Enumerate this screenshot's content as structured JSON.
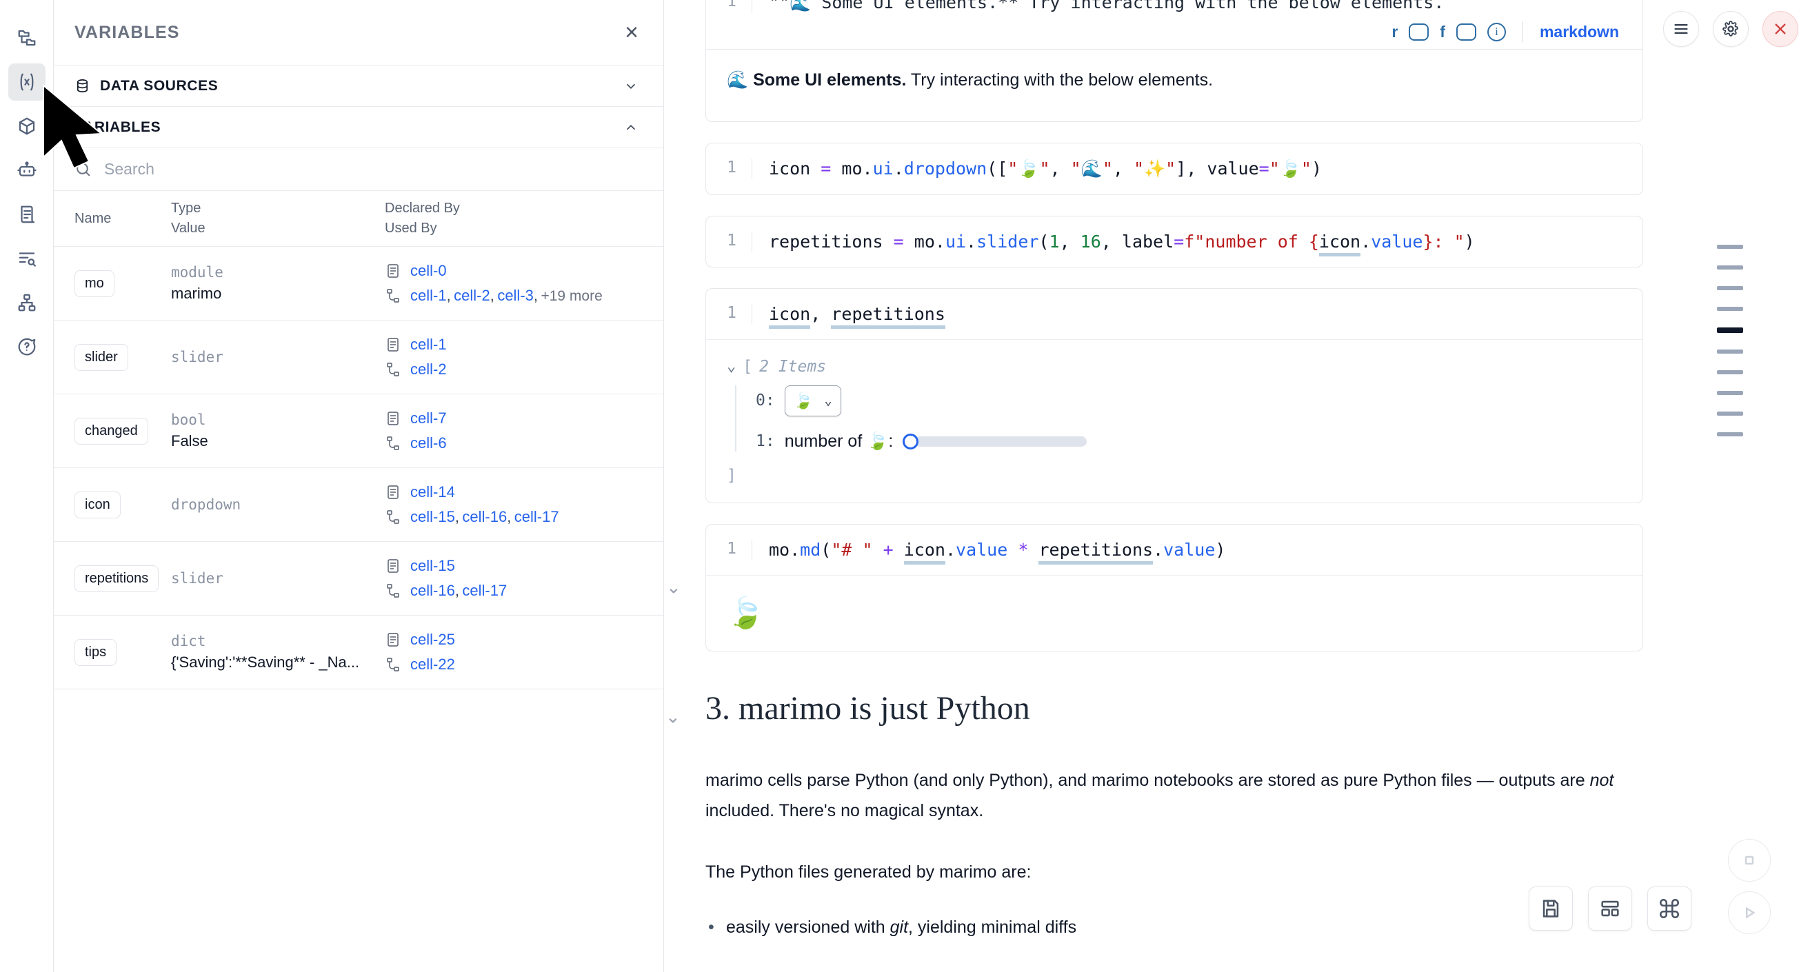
{
  "rail": {
    "items": [
      {
        "name": "file-tree-icon",
        "label": "File explorer"
      },
      {
        "name": "variables-icon",
        "label": "Variables",
        "active": true
      },
      {
        "name": "package-icon",
        "label": "Packages"
      },
      {
        "name": "robot-icon",
        "label": "AI assistant"
      },
      {
        "name": "scratchpad-icon",
        "label": "Scratchpad"
      },
      {
        "name": "logs-icon",
        "label": "Logs"
      },
      {
        "name": "dependency-graph-icon",
        "label": "Dependency graph"
      },
      {
        "name": "help-icon",
        "label": "Help"
      }
    ]
  },
  "panel": {
    "title": "VARIABLES",
    "close_label": "×",
    "sections": [
      {
        "label": "DATA SOURCES",
        "expanded": false
      },
      {
        "label": "VARIABLES",
        "expanded": true
      }
    ],
    "search": {
      "value": "",
      "placeholder": "Search"
    },
    "table": {
      "headers": {
        "name": "Name",
        "type": "Type",
        "value": "Value",
        "declared_by": "Declared By",
        "used_by": "Used By"
      },
      "rows": [
        {
          "name": "mo",
          "type": "module",
          "value": "marimo",
          "declared_by": [
            "cell-0"
          ],
          "used_by": [
            "cell-1",
            "cell-2",
            "cell-3"
          ],
          "more": "+19 more"
        },
        {
          "name": "slider",
          "type": "slider",
          "value": "",
          "declared_by": [
            "cell-1"
          ],
          "used_by": [
            "cell-2"
          ],
          "more": ""
        },
        {
          "name": "changed",
          "type": "bool",
          "value": "False",
          "declared_by": [
            "cell-7"
          ],
          "used_by": [
            "cell-6"
          ],
          "more": ""
        },
        {
          "name": "icon",
          "type": "dropdown",
          "value": "",
          "declared_by": [
            "cell-14"
          ],
          "used_by": [
            "cell-15",
            "cell-16",
            "cell-17"
          ],
          "more": ""
        },
        {
          "name": "repetitions",
          "type": "slider",
          "value": "",
          "declared_by": [
            "cell-15"
          ],
          "used_by": [
            "cell-16",
            "cell-17"
          ],
          "more": ""
        },
        {
          "name": "tips",
          "type": "dict",
          "value": "{'Saving':'**Saving** - _Na...",
          "declared_by": [
            "cell-25"
          ],
          "used_by": [
            "cell-22"
          ],
          "more": ""
        }
      ]
    }
  },
  "notebook": {
    "md_cell": {
      "code_preview": "\"\"🌊 Some UI elements.** Try interacting with the below elements.",
      "toolbar": {
        "r_label": "r",
        "f_label": "f",
        "info_label": "i",
        "language": "markdown"
      },
      "rendered": {
        "emoji": "🌊",
        "bold": "Some UI elements.",
        "rest": " Try interacting with the below elements."
      }
    },
    "cells": [
      {
        "id": "icon-cell",
        "gutter": "1",
        "code": "icon = mo.ui.dropdown([\"🍃\", \"🌊\", \"✨\"], value=\"🍃\")"
      },
      {
        "id": "repetitions-cell",
        "gutter": "1",
        "code": "repetitions = mo.ui.slider(1, 16, label=f\"number of {icon.value}: \")"
      },
      {
        "id": "display-cell",
        "gutter": "1",
        "code": "icon, repetitions"
      },
      {
        "id": "md-output-cell",
        "gutter": "1",
        "code": "mo.md(\"# \" + icon.value * repetitions.value)"
      }
    ],
    "list_output": {
      "open_bracket": "[",
      "count_label": "2 Items",
      "close_bracket": "]",
      "items": [
        {
          "index": "0:",
          "kind": "dropdown",
          "selected": "🍃"
        },
        {
          "index": "1:",
          "kind": "slider",
          "label": "number of 🍃:",
          "value": 1,
          "min": 1,
          "max": 16
        }
      ]
    },
    "md_output": {
      "emoji": "🍃"
    },
    "section3": {
      "heading": "3. marimo is just Python",
      "paragraphs": [
        "marimo cells parse Python (and only Python), and marimo notebooks are stored as pure Python files — outputs are not included. There's no magical syntax.",
        "The Python files generated by marimo are:"
      ],
      "para1_pre": "marimo cells parse Python (and only Python), and marimo notebooks are stored as pure Python files — outputs are ",
      "para1_italic": "not",
      "para1_post": " included. There's no magical syntax.",
      "para2": "The Python files generated by marimo are:",
      "bullets_pre": "easily versioned with ",
      "bullets_italic": "git",
      "bullets_post": ", yielding minimal diffs"
    }
  },
  "minimap": {
    "ticks": 10,
    "active_index": 4
  },
  "window_buttons": [
    {
      "name": "menu-icon",
      "label": "Menu"
    },
    {
      "name": "gear-icon",
      "label": "Settings"
    },
    {
      "name": "close-icon",
      "label": "Close"
    }
  ],
  "bottom_toolbar": [
    {
      "name": "save-icon",
      "label": "Save"
    },
    {
      "name": "layout-icon",
      "label": "Layout"
    },
    {
      "name": "command-icon",
      "label": "Command palette"
    }
  ],
  "run_stack": [
    {
      "name": "stop-icon",
      "label": "Interrupt"
    },
    {
      "name": "play-icon",
      "label": "Run"
    }
  ],
  "colors": {
    "accent_link": "#2563eb",
    "toolbar_blue": "#2e6da4",
    "danger": "#d14343",
    "muted": "#6b7280"
  }
}
